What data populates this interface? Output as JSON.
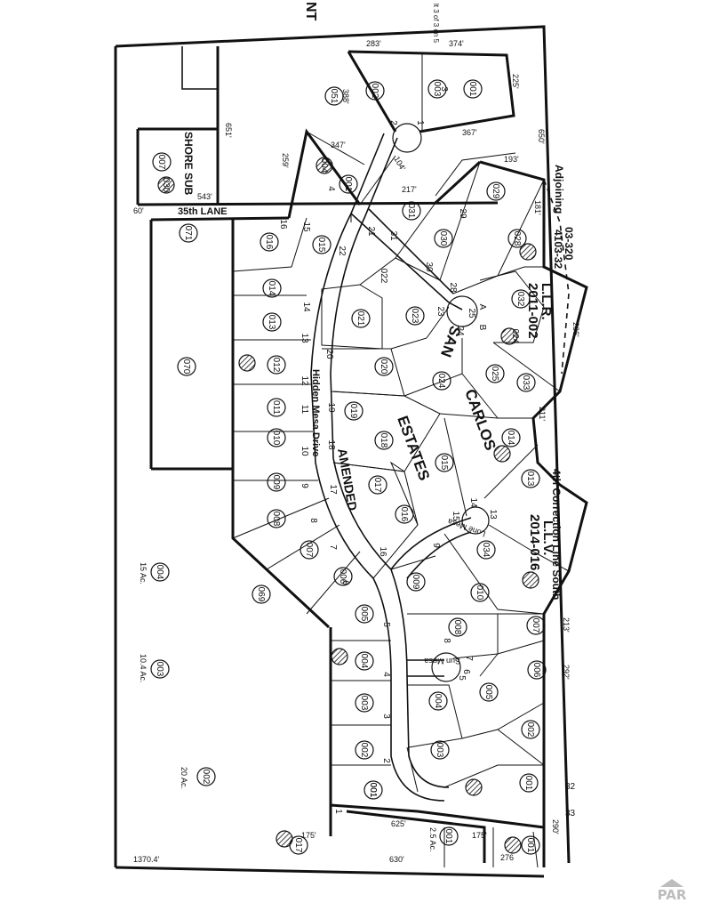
{
  "subdivision": {
    "name_line1": "SAN",
    "name_line2": "CARLOS",
    "name_line3": "ESTATES",
    "name_line4": "AMENDED"
  },
  "streets": {
    "lane": "35th LANE",
    "drive": "Hidden Mesa Drive",
    "lone": "Lone Mesa",
    "sun": "Sun Mesa"
  },
  "notes": {
    "shore_sub": "SHORE SUB",
    "adjoining": "Adjoining",
    "adjoining_code": "03-320",
    "adjoining_code2": "4103-32",
    "llr": "L.L.R.",
    "llr_num": "2011-002",
    "llv": "L.L.V.",
    "llv_num": "2014-016",
    "correction": "4th Correction Line South",
    "top_partial": "NT",
    "top_note": "lt 3 of 3 on 5",
    "section_32": "32",
    "section_33": "33"
  },
  "dimensions": {
    "d283": "283'",
    "d374": "374'",
    "d225": "225'",
    "d650": "650'",
    "d388": "388'",
    "d367": "367'",
    "d651": "651'",
    "d347": "347'",
    "d259": "259'",
    "d104": "104'",
    "d193": "193'",
    "d217": "217'",
    "d543": "543'",
    "d60": "60'",
    "d181": "181'",
    "d236": "236'",
    "d211": "211'",
    "d213": "213'",
    "d292": "292'",
    "d290": "290'",
    "d175a": "175'",
    "d625": "625'",
    "d175b": "175'",
    "d630": "630'",
    "d276": "276",
    "d1370": "1370.4'",
    "a15": "15 Ac.",
    "a10": "10.4 Ac.",
    "a20": "20 Ac.",
    "a25": "2.5 Ac."
  },
  "parcels": [
    "051",
    "002",
    "003",
    "001",
    "007",
    "030",
    "004",
    "001",
    "029",
    "031",
    "030",
    "028",
    "071",
    "016",
    "015",
    "014",
    "013",
    "012",
    "011",
    "010",
    "009",
    "008",
    "007",
    "006",
    "005",
    "004",
    "003",
    "002",
    "001",
    "017",
    "022",
    "021",
    "023",
    "020",
    "019",
    "018",
    "017",
    "016",
    "015",
    "014",
    "013",
    "032",
    "033",
    "024",
    "025",
    "034",
    "010",
    "009",
    "008",
    "007",
    "006",
    "005",
    "004",
    "003",
    "002",
    "001",
    "001",
    "070",
    "069",
    "004",
    "003",
    "002",
    "001",
    "001",
    "024"
  ],
  "lots": [
    "1",
    "2",
    "3",
    "4",
    "15",
    "16",
    "22",
    "21",
    "31",
    "30",
    "29",
    "28",
    "14",
    "13",
    "12",
    "11",
    "10",
    "9",
    "8",
    "7",
    "6",
    "5",
    "4",
    "3",
    "2",
    "1",
    "20",
    "19",
    "18",
    "17",
    "16",
    "23",
    "24",
    "25",
    "15",
    "14",
    "13",
    "A",
    "B",
    "9",
    "8",
    "7",
    "6",
    "5"
  ]
}
